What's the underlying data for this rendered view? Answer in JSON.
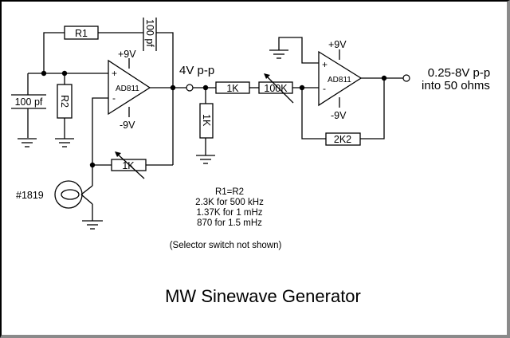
{
  "diagram": {
    "title": "MW Sinewave Generator",
    "stage1": {
      "opamp_label": "AD811",
      "plus_supply": "+9V",
      "minus_supply": "-9V",
      "in_plus": "+",
      "in_minus": "-",
      "r1_label": "R1",
      "r2_label": "R2",
      "cap_series_label": "100 pf",
      "cap_shunt_label": "100 pf",
      "pot_label": "1K",
      "lamp_label": "#1819",
      "output_label": "4V p-p"
    },
    "attenuator": {
      "series_resistor_label": "1K",
      "shunt_resistor_label": "1K",
      "pot_label": "100K"
    },
    "stage2": {
      "opamp_label": "AD811",
      "plus_supply": "+9V",
      "minus_supply": "-9V",
      "in_plus": "+",
      "in_minus": "-",
      "feedback_resistor_label": "2K2",
      "output_label_line1": "0.25-8V p-p",
      "output_label_line2": "into 50 ohms"
    },
    "notes": {
      "lines": [
        "R1=R2",
        "2.3K for 500 kHz",
        "1.37K for 1 mHz",
        "870 for 1.5 mHz"
      ],
      "footnote": "(Selector switch not shown)"
    }
  }
}
